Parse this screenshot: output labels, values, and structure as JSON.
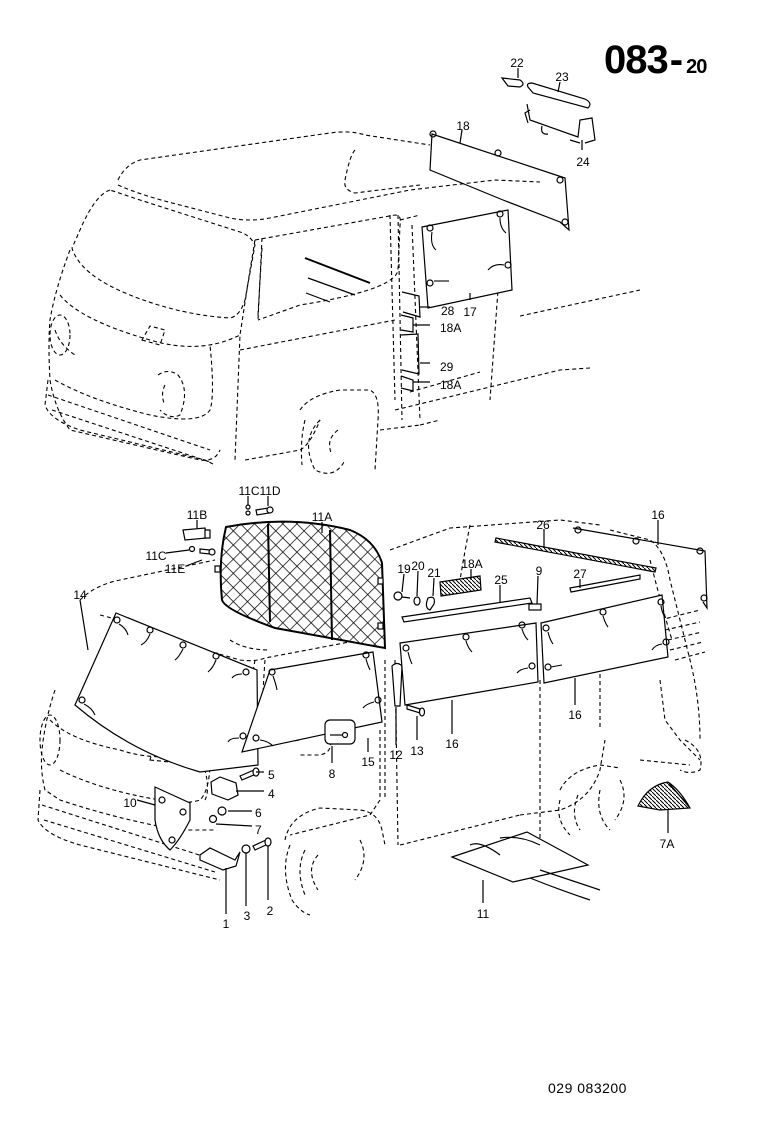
{
  "page": {
    "number_main": "083",
    "number_separator": "-",
    "number_sub": "20",
    "footer_code": "029  083200"
  },
  "parts": [
    {
      "id": "p22",
      "label": "22",
      "description": "grab handle end cap"
    },
    {
      "id": "p23",
      "label": "23",
      "description": "grab handle"
    },
    {
      "id": "p24",
      "label": "24",
      "description": "handle bracket"
    },
    {
      "id": "p18",
      "label": "18",
      "description": "rear roof panel trim"
    },
    {
      "id": "p17",
      "label": "17",
      "description": "side window panel"
    },
    {
      "id": "p28",
      "label": "28",
      "description": "pillar trim upper"
    },
    {
      "id": "p18A_upper1",
      "label": "18A",
      "description": "clip"
    },
    {
      "id": "p29",
      "label": "29",
      "description": "pillar trim lower"
    },
    {
      "id": "p18A_upper2",
      "label": "18A",
      "description": "clip"
    },
    {
      "id": "p11C_top",
      "label": "11C",
      "description": "washer"
    },
    {
      "id": "p11D",
      "label": "11D",
      "description": "screw"
    },
    {
      "id": "p11B",
      "label": "11B",
      "description": "mounting bracket"
    },
    {
      "id": "p11A",
      "label": "11A",
      "description": "partition net"
    },
    {
      "id": "p11C_side",
      "label": "11C",
      "description": "washer"
    },
    {
      "id": "p11E",
      "label": "11E",
      "description": "bolt"
    },
    {
      "id": "p14",
      "label": "14",
      "description": "windshield panel"
    },
    {
      "id": "p26",
      "label": "26",
      "description": "roof rail strip"
    },
    {
      "id": "p16_top",
      "label": "16",
      "description": "side window panel rear"
    },
    {
      "id": "p19",
      "label": "19",
      "description": "screw"
    },
    {
      "id": "p20",
      "label": "20",
      "description": "washer"
    },
    {
      "id": "p21",
      "label": "21",
      "description": "clip"
    },
    {
      "id": "p18A_lower",
      "label": "18A",
      "description": "clip strip"
    },
    {
      "id": "p25",
      "label": "25",
      "description": "rail"
    },
    {
      "id": "p9",
      "label": "9",
      "description": "connector"
    },
    {
      "id": "p27",
      "label": "27",
      "description": "rail strip"
    },
    {
      "id": "p5",
      "label": "5",
      "description": "bolt"
    },
    {
      "id": "p4",
      "label": "4",
      "description": "bracket"
    },
    {
      "id": "p6",
      "label": "6",
      "description": "washer"
    },
    {
      "id": "p7",
      "label": "7",
      "description": "nut"
    },
    {
      "id": "p10",
      "label": "10",
      "description": "headlight shield"
    },
    {
      "id": "p8",
      "label": "8",
      "description": "plate"
    },
    {
      "id": "p15",
      "label": "15",
      "description": "door window panel"
    },
    {
      "id": "p12",
      "label": "12",
      "description": "pillar trim"
    },
    {
      "id": "p13",
      "label": "13",
      "description": "screw"
    },
    {
      "id": "p16_mid",
      "label": "16",
      "description": "side window panel"
    },
    {
      "id": "p16_right",
      "label": "16",
      "description": "side window panel"
    },
    {
      "id": "p7A",
      "label": "7A",
      "description": "wheel chock"
    },
    {
      "id": "p11",
      "label": "11",
      "description": "cover mat"
    },
    {
      "id": "p1",
      "label": "1",
      "description": "mounting bracket"
    },
    {
      "id": "p3",
      "label": "3",
      "description": "washer"
    },
    {
      "id": "p2",
      "label": "2",
      "description": "bolt"
    }
  ]
}
